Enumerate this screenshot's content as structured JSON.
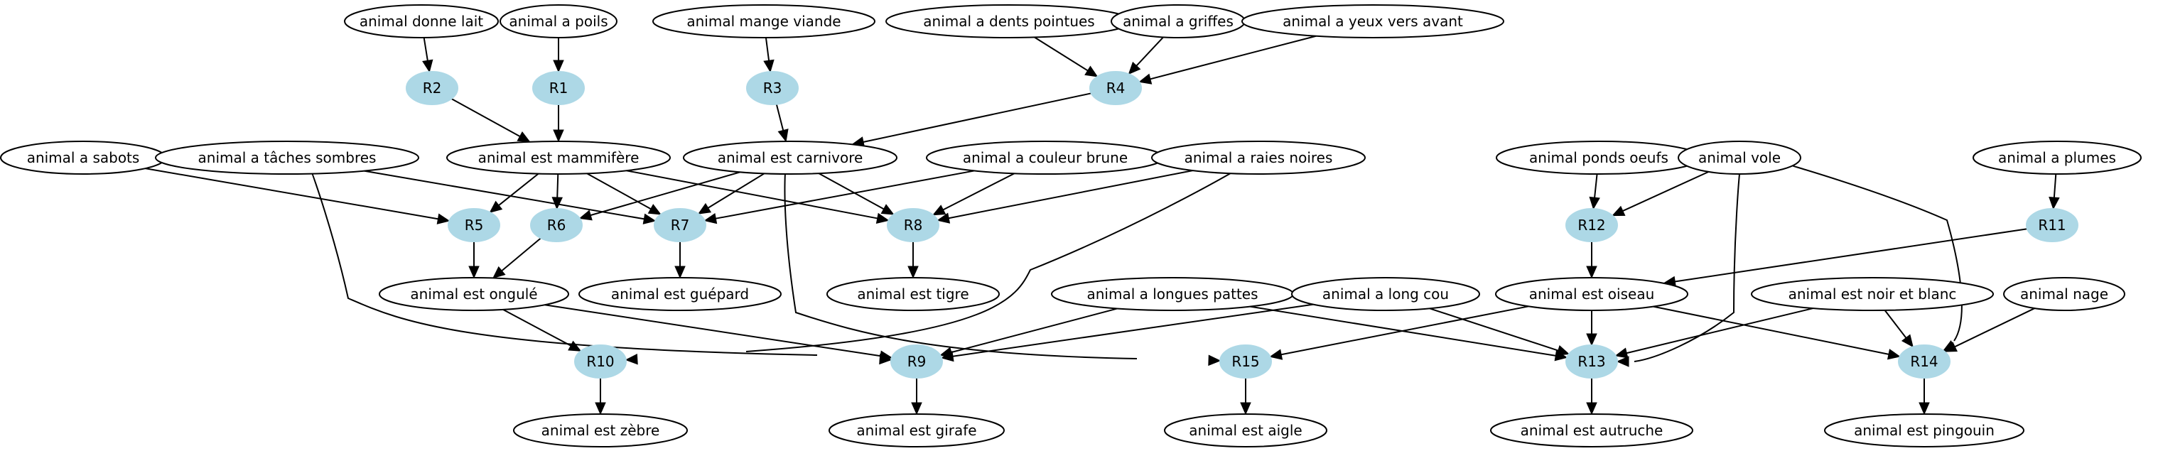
{
  "diagram": {
    "colors": {
      "rule_fill": "#add8e6",
      "fact_fill": "#ffffff",
      "stroke": "#000000"
    },
    "nodes": [
      {
        "id": "lait",
        "kind": "fact",
        "label": "animal donne lait"
      },
      {
        "id": "poils",
        "kind": "fact",
        "label": "animal a poils"
      },
      {
        "id": "viande",
        "kind": "fact",
        "label": "animal mange viande"
      },
      {
        "id": "dents",
        "kind": "fact",
        "label": "animal a dents pointues"
      },
      {
        "id": "griffes",
        "kind": "fact",
        "label": "animal a griffes"
      },
      {
        "id": "yeux",
        "kind": "fact",
        "label": "animal a yeux vers avant"
      },
      {
        "id": "R2",
        "kind": "rule",
        "label": "R2"
      },
      {
        "id": "R1",
        "kind": "rule",
        "label": "R1"
      },
      {
        "id": "R3",
        "kind": "rule",
        "label": "R3"
      },
      {
        "id": "R4",
        "kind": "rule",
        "label": "R4"
      },
      {
        "id": "sabots",
        "kind": "fact",
        "label": "animal a sabots"
      },
      {
        "id": "taches",
        "kind": "fact",
        "label": "animal a tâches sombres"
      },
      {
        "id": "mammifere",
        "kind": "fact",
        "label": "animal est mammifère"
      },
      {
        "id": "carnivore",
        "kind": "fact",
        "label": "animal est carnivore"
      },
      {
        "id": "brune",
        "kind": "fact",
        "label": "animal a couleur brune"
      },
      {
        "id": "raies",
        "kind": "fact",
        "label": "animal a raies noires"
      },
      {
        "id": "oeufs",
        "kind": "fact",
        "label": "animal ponds oeufs"
      },
      {
        "id": "vole",
        "kind": "fact",
        "label": "animal vole"
      },
      {
        "id": "plumes",
        "kind": "fact",
        "label": "animal a plumes"
      },
      {
        "id": "R5",
        "kind": "rule",
        "label": "R5"
      },
      {
        "id": "R6",
        "kind": "rule",
        "label": "R6"
      },
      {
        "id": "R7",
        "kind": "rule",
        "label": "R7"
      },
      {
        "id": "R8",
        "kind": "rule",
        "label": "R8"
      },
      {
        "id": "R12",
        "kind": "rule",
        "label": "R12"
      },
      {
        "id": "R11",
        "kind": "rule",
        "label": "R11"
      },
      {
        "id": "ongule",
        "kind": "fact",
        "label": "animal est ongulé"
      },
      {
        "id": "guepard",
        "kind": "fact",
        "label": "animal est guépard"
      },
      {
        "id": "tigre",
        "kind": "fact",
        "label": "animal est tigre"
      },
      {
        "id": "pattes",
        "kind": "fact",
        "label": "animal a longues pattes"
      },
      {
        "id": "cou",
        "kind": "fact",
        "label": "animal a long cou"
      },
      {
        "id": "oiseau",
        "kind": "fact",
        "label": "animal est oiseau"
      },
      {
        "id": "noirblanc",
        "kind": "fact",
        "label": "animal est noir et blanc"
      },
      {
        "id": "nage",
        "kind": "fact",
        "label": "animal nage"
      },
      {
        "id": "R10",
        "kind": "rule",
        "label": "R10"
      },
      {
        "id": "R9",
        "kind": "rule",
        "label": "R9"
      },
      {
        "id": "R15",
        "kind": "rule",
        "label": "R15"
      },
      {
        "id": "R13",
        "kind": "rule",
        "label": "R13"
      },
      {
        "id": "R14",
        "kind": "rule",
        "label": "R14"
      },
      {
        "id": "zebre",
        "kind": "fact",
        "label": "animal est zèbre"
      },
      {
        "id": "girafe",
        "kind": "fact",
        "label": "animal est girafe"
      },
      {
        "id": "aigle",
        "kind": "fact",
        "label": "animal est aigle"
      },
      {
        "id": "autruche",
        "kind": "fact",
        "label": "animal est autruche"
      },
      {
        "id": "pingouin",
        "kind": "fact",
        "label": "animal est pingouin"
      }
    ],
    "edges": [
      {
        "from": "lait",
        "to": "R2"
      },
      {
        "from": "poils",
        "to": "R1"
      },
      {
        "from": "viande",
        "to": "R3"
      },
      {
        "from": "dents",
        "to": "R4"
      },
      {
        "from": "griffes",
        "to": "R4"
      },
      {
        "from": "yeux",
        "to": "R4"
      },
      {
        "from": "R2",
        "to": "mammifere"
      },
      {
        "from": "R1",
        "to": "mammifere"
      },
      {
        "from": "R3",
        "to": "carnivore"
      },
      {
        "from": "R4",
        "to": "carnivore"
      },
      {
        "from": "sabots",
        "to": "R5"
      },
      {
        "from": "taches",
        "to": "R7"
      },
      {
        "from": "taches",
        "to": "R9"
      },
      {
        "from": "mammifere",
        "to": "R5"
      },
      {
        "from": "mammifere",
        "to": "R6"
      },
      {
        "from": "mammifere",
        "to": "R7"
      },
      {
        "from": "mammifere",
        "to": "R8"
      },
      {
        "from": "carnivore",
        "to": "R6"
      },
      {
        "from": "carnivore",
        "to": "R7"
      },
      {
        "from": "carnivore",
        "to": "R8"
      },
      {
        "from": "carnivore",
        "to": "R15"
      },
      {
        "from": "brune",
        "to": "R7"
      },
      {
        "from": "brune",
        "to": "R8"
      },
      {
        "from": "raies",
        "to": "R8"
      },
      {
        "from": "raies",
        "to": "R10"
      },
      {
        "from": "oeufs",
        "to": "R12"
      },
      {
        "from": "vole",
        "to": "R12"
      },
      {
        "from": "vole",
        "to": "R13"
      },
      {
        "from": "vole",
        "to": "R14"
      },
      {
        "from": "plumes",
        "to": "R11"
      },
      {
        "from": "R5",
        "to": "ongule"
      },
      {
        "from": "R6",
        "to": "ongule"
      },
      {
        "from": "R7",
        "to": "guepard"
      },
      {
        "from": "R8",
        "to": "tigre"
      },
      {
        "from": "R12",
        "to": "oiseau"
      },
      {
        "from": "R11",
        "to": "oiseau"
      },
      {
        "from": "ongule",
        "to": "R10"
      },
      {
        "from": "ongule",
        "to": "R9"
      },
      {
        "from": "pattes",
        "to": "R9"
      },
      {
        "from": "pattes",
        "to": "R13"
      },
      {
        "from": "cou",
        "to": "R9"
      },
      {
        "from": "cou",
        "to": "R13"
      },
      {
        "from": "oiseau",
        "to": "R15"
      },
      {
        "from": "oiseau",
        "to": "R13"
      },
      {
        "from": "oiseau",
        "to": "R14"
      },
      {
        "from": "noirblanc",
        "to": "R13"
      },
      {
        "from": "noirblanc",
        "to": "R14"
      },
      {
        "from": "nage",
        "to": "R14"
      },
      {
        "from": "R10",
        "to": "zebre"
      },
      {
        "from": "R9",
        "to": "girafe"
      },
      {
        "from": "R15",
        "to": "aigle"
      },
      {
        "from": "R13",
        "to": "autruche"
      },
      {
        "from": "R14",
        "to": "pingouin"
      }
    ]
  }
}
